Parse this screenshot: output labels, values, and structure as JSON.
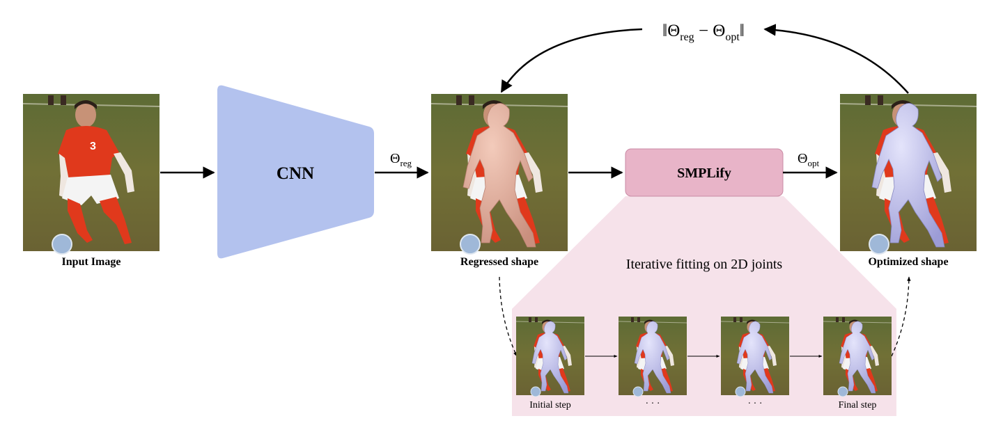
{
  "labels": {
    "input_image": "Input Image",
    "cnn": "CNN",
    "theta_reg": "Θ",
    "theta_reg_sub": "reg",
    "regressed_shape": "Regressed shape",
    "smplify": "SMPLify",
    "theta_opt": "Θ",
    "theta_opt_sub": "opt",
    "optimized_shape": "Optimized shape",
    "loss_open": "‖Θ",
    "loss_sub_reg": "reg",
    "loss_minus": " − Θ",
    "loss_sub_opt": "opt",
    "loss_close": "‖",
    "iterative_fitting": "Iterative fitting on 2D joints",
    "initial_step": "Initial step",
    "dots_1": "· · ·",
    "dots_2": "· · ·",
    "final_step": "Final step"
  },
  "colors": {
    "cnn_fill": "#b3c2ee",
    "smplify_fill": "#e8b4c8",
    "smplify_stroke": "#c98aa4",
    "trapezoid_fill": "#f6e2ea",
    "grass": "#6b6a36",
    "jersey": "#e0391c",
    "skin_mesh": "#e8b7a6",
    "violet_mesh": "#c7c7ee"
  }
}
